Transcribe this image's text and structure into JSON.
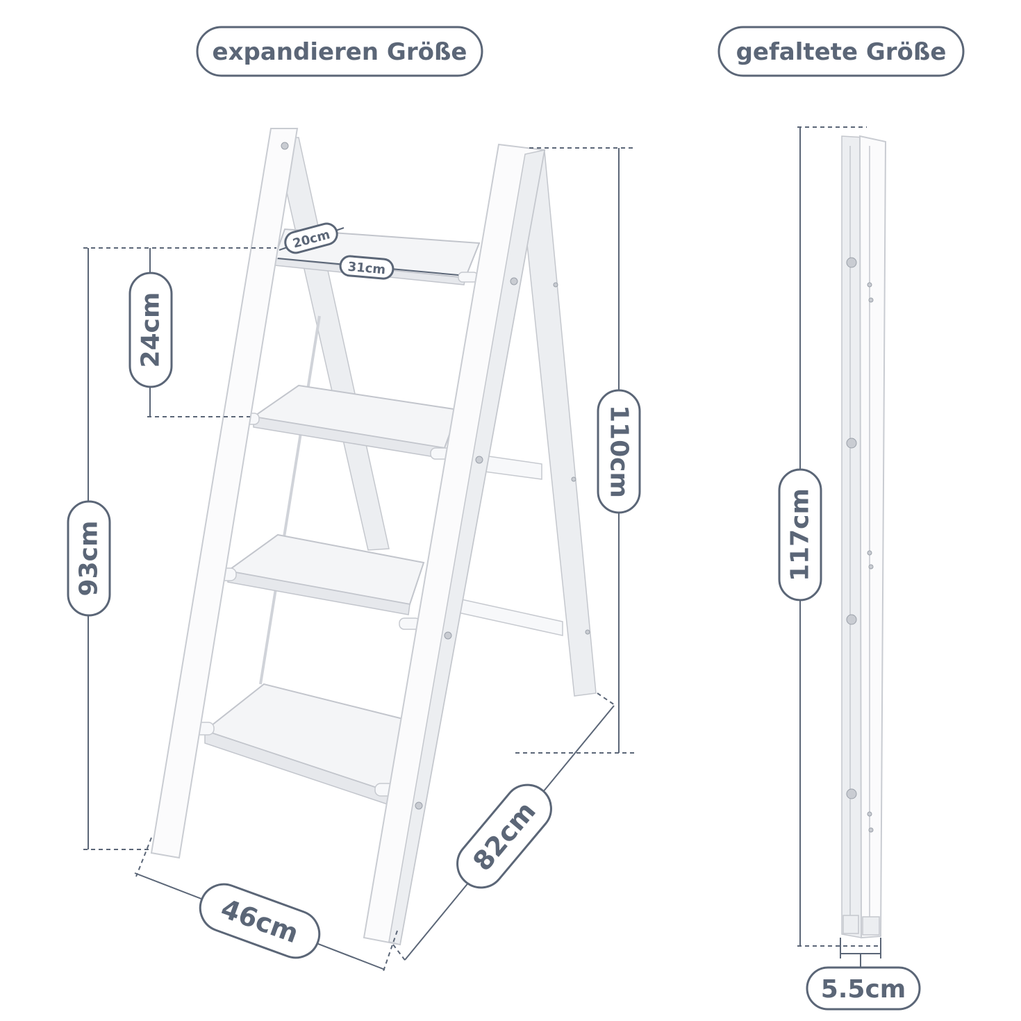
{
  "headings": {
    "expanded": "expandieren Größe",
    "folded": "gefaltete Größe"
  },
  "dimensions": {
    "step_depth": "20cm",
    "step_width": "31cm",
    "step_spacing": "24cm",
    "platform_height": "93cm",
    "total_height": "110cm",
    "base_width": "46cm",
    "base_depth": "82cm",
    "folded_height": "117cm",
    "folded_thickness": "5.5cm"
  },
  "colors": {
    "label": "#5b6677",
    "ladder": "#fbfbfc",
    "background": "#ffffff"
  }
}
